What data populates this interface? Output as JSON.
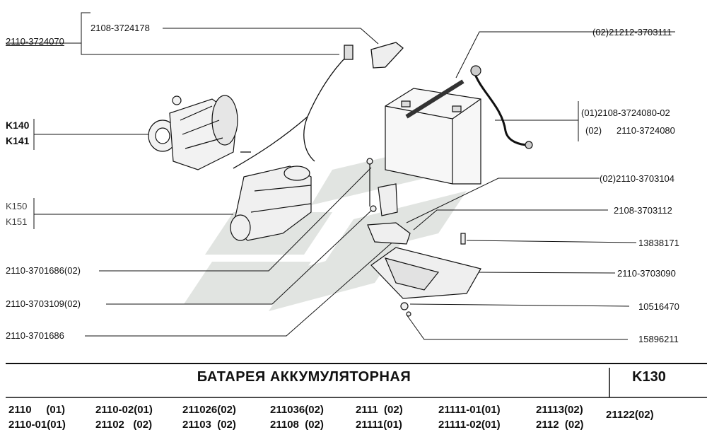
{
  "diagram": {
    "labels": {
      "top_left_assembly": "2110-3724070",
      "cable_part": "2108-3724178",
      "k140": "K140",
      "k141": "K141",
      "k150": "K150",
      "k151": "K151",
      "left_1": "2110-3701686(02)",
      "left_2": "2110-3703109(02)",
      "left_3": "2110-3701686",
      "right_1": "(02)21212-3703111",
      "right_2a": "(01)2108-3724080-02",
      "right_2b_prefix": "(02)",
      "right_2b": "2110-3724080",
      "right_3": "(02)2110-3703104",
      "right_4": "2108-3703112",
      "right_5": "13838171",
      "right_6": "2110-3703090",
      "right_7": "10516470",
      "right_8": "15896211"
    }
  },
  "footer": {
    "title": "БАТАРЕЯ  АККУМУЛЯТОРНАЯ",
    "code": "K130",
    "models_row1": [
      "2110     (01)",
      "2110-02(01)",
      "211026(02)",
      "211036(02)",
      "2111  (02)",
      "21111-01(01)",
      "21113(02)",
      "21122(02)"
    ],
    "models_row2": [
      "2110-01(01)",
      "21102   (02)",
      "21103  (02)",
      "21108  (02)",
      "21111(01)",
      "21111-02(01)",
      "2112  (02)"
    ]
  }
}
